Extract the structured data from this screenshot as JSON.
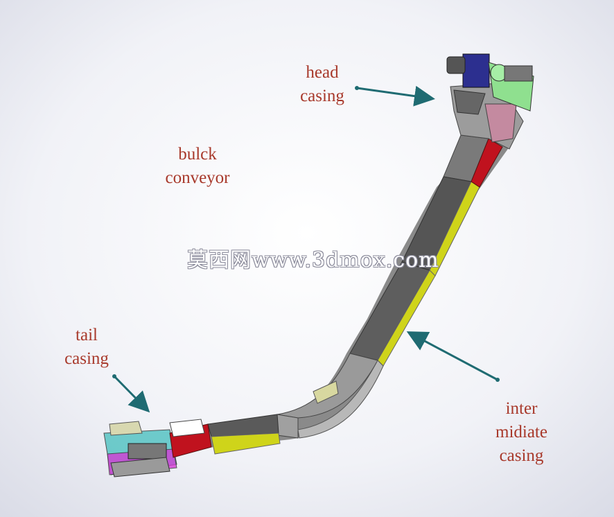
{
  "labels": {
    "head": [
      "head",
      "casing"
    ],
    "bulk": [
      "bulck",
      "conveyor"
    ],
    "tail": [
      "tail",
      "casing"
    ],
    "inter": [
      "inter",
      "midiate",
      "casing"
    ]
  },
  "watermark": "莫西网www.3dmox.com",
  "colors": {
    "label_text": "#a8392b",
    "arrow": "#1f6b72",
    "casing_grey": "#6e6e6e",
    "casing_dark": "#555555",
    "yellow_strip": "#cfd41a",
    "red_section": "#c0121e",
    "motor_blue": "#2c2f8f",
    "gearbox_green": "#8fe08f",
    "tail_cyan": "#57c4c4",
    "tail_magenta": "#d43bd4"
  }
}
